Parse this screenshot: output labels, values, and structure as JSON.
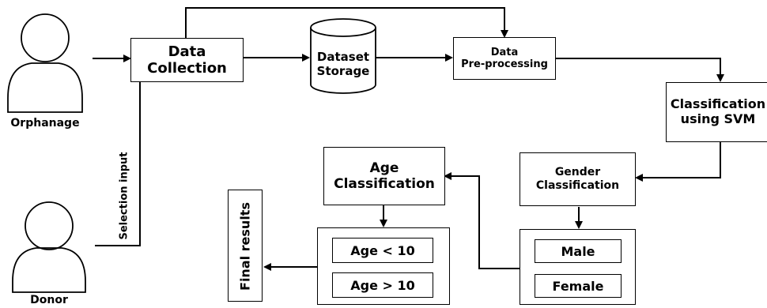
{
  "nodes": {
    "orphanage": "Orphanage",
    "donor": "Donor",
    "data_collection": "Data\nCollection",
    "dataset_storage": "Dataset\nStorage",
    "data_preprocessing": "Data\nPre-processing",
    "classification_svm": "Classification\nusing SVM",
    "gender_classification": "Gender\nClassification",
    "age_classification": "Age\nClassification",
    "male": "Male",
    "female": "Female",
    "age_lt_10": "Age < 10",
    "age_gt_10": "Age > 10",
    "final_results": "Final results"
  },
  "edges": {
    "selection_input": "Selection input"
  },
  "colors": {
    "line": "#000000",
    "background": "#ffffff"
  },
  "icons": {
    "orphanage": "person-icon",
    "donor": "person-icon",
    "dataset_storage": "database-cylinder-icon"
  }
}
